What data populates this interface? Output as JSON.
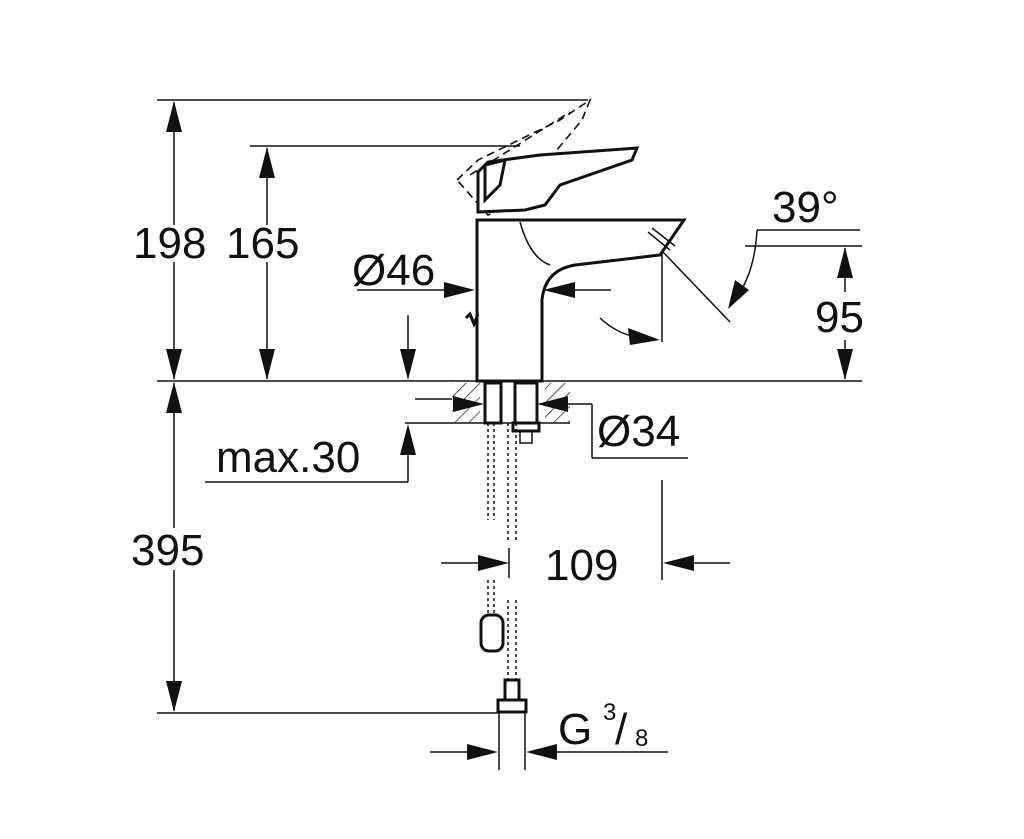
{
  "diagram": {
    "dimensions": {
      "total_height": "198",
      "handle_height": "165",
      "body_diameter": "Ø46",
      "handle_angle": "39°",
      "spout_height": "95",
      "hole_diameter": "Ø34",
      "max_deck": "max.30",
      "hose_length": "395",
      "spout_reach": "109",
      "thread_main": "G",
      "thread_num": "3",
      "thread_den": "8"
    }
  }
}
